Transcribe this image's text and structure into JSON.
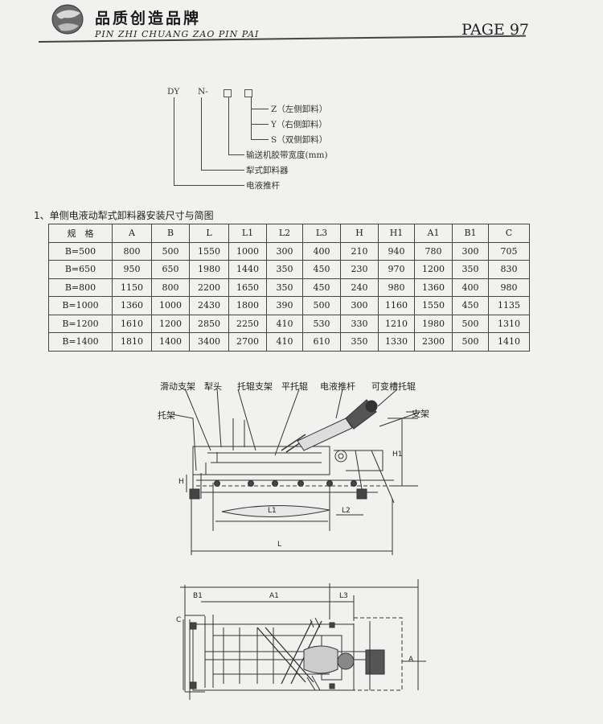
{
  "header": {
    "title_cn": "品质创造品牌",
    "title_en": "PIN ZHI  CHUANG ZAO  PIN PAI",
    "page": "PAGE 97"
  },
  "model_code": {
    "prefix": "DY",
    "part_n": "N-",
    "z": "Z（左侧卸料）",
    "y": "Y（右侧卸料）",
    "s": "S（双侧卸料）",
    "width": "输送机胶带宽度(mm)",
    "plough": "犁式卸料器",
    "pusher": "电液推杆"
  },
  "section_title": "1、单侧电液动犁式卸料器安装尺寸与简图",
  "table": {
    "headers": [
      "规　格",
      "A",
      "B",
      "L",
      "L1",
      "L2",
      "L3",
      "H",
      "H1",
      "A1",
      "B1",
      "C"
    ],
    "rows": [
      [
        "B=500",
        "800",
        "500",
        "1550",
        "1000",
        "300",
        "400",
        "210",
        "940",
        "780",
        "300",
        "705"
      ],
      [
        "B=650",
        "950",
        "650",
        "1980",
        "1440",
        "350",
        "450",
        "230",
        "970",
        "1200",
        "350",
        "830"
      ],
      [
        "B=800",
        "1150",
        "800",
        "2200",
        "1650",
        "350",
        "450",
        "240",
        "980",
        "1360",
        "400",
        "980"
      ],
      [
        "B=1000",
        "1360",
        "1000",
        "2430",
        "1800",
        "390",
        "500",
        "300",
        "1160",
        "1550",
        "450",
        "1135"
      ],
      [
        "B=1200",
        "1610",
        "1200",
        "2850",
        "2250",
        "410",
        "530",
        "330",
        "1210",
        "1980",
        "500",
        "1310"
      ],
      [
        "B=1400",
        "1810",
        "1400",
        "3400",
        "2700",
        "410",
        "610",
        "350",
        "1330",
        "2300",
        "500",
        "1410"
      ]
    ]
  },
  "drawing_labels": {
    "slide_frame": "滑动支架",
    "plough_head": "犁头",
    "roller_frame": "托辊支架",
    "flat_roller": "平托辊",
    "pusher": "电液推杆",
    "variable_roller": "可变槽托辊",
    "support": "托架",
    "bracket": "支架",
    "dim_H": "H",
    "dim_H1": "H1",
    "dim_L1": "L1",
    "dim_L2": "L2",
    "dim_L": "L",
    "dim_B1": "B1",
    "dim_A1": "A1",
    "dim_L3": "L3",
    "dim_C": "C",
    "dim_A": "A"
  }
}
